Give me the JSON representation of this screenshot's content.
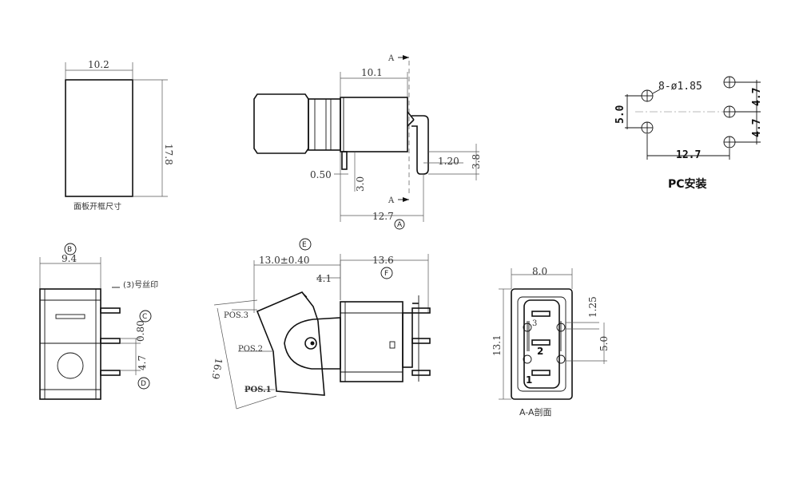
{
  "panel_view": {
    "width_dim": "10.2",
    "height_dim": "17.8",
    "caption": "面板开框尺寸"
  },
  "side_view": {
    "section_marker": "A",
    "dim_top": "10.1",
    "dim_050": "0.50",
    "dim_30": "3.0",
    "dim_120": "1.20",
    "dim_38": "3.8",
    "dim_bottom": "12.7",
    "callout": "A"
  },
  "pcb_view": {
    "hole_label": "8-ø1.85",
    "dim_50": "5.0",
    "dim_47_a": "4.7",
    "dim_47_b": "4.7",
    "dim_127": "12.7",
    "caption": "PC安装"
  },
  "front_view": {
    "callout_top": "B",
    "width_dim": "9.4",
    "note": "(3)号丝印",
    "callout_c": "C",
    "dim_080": "0.80",
    "dim_47": "4.7",
    "callout_d": "D"
  },
  "rocker_view": {
    "callout_e": "E",
    "dim_13": "13.0±0.40",
    "dim_41": "4.1",
    "dim_169": "16.9",
    "pos3": "POS.3",
    "pos2": "POS.2",
    "pos1": "POS.1"
  },
  "body_view": {
    "dim_136": "13.6",
    "callout_f": "F"
  },
  "section_view": {
    "dim_80": "8.0",
    "dim_131": "13.1",
    "dim_125": "1.25",
    "dim_50": "5.0",
    "terminal_1": "1",
    "terminal_2": "2",
    "terminal_3": "3",
    "caption": "A-A剖面"
  }
}
